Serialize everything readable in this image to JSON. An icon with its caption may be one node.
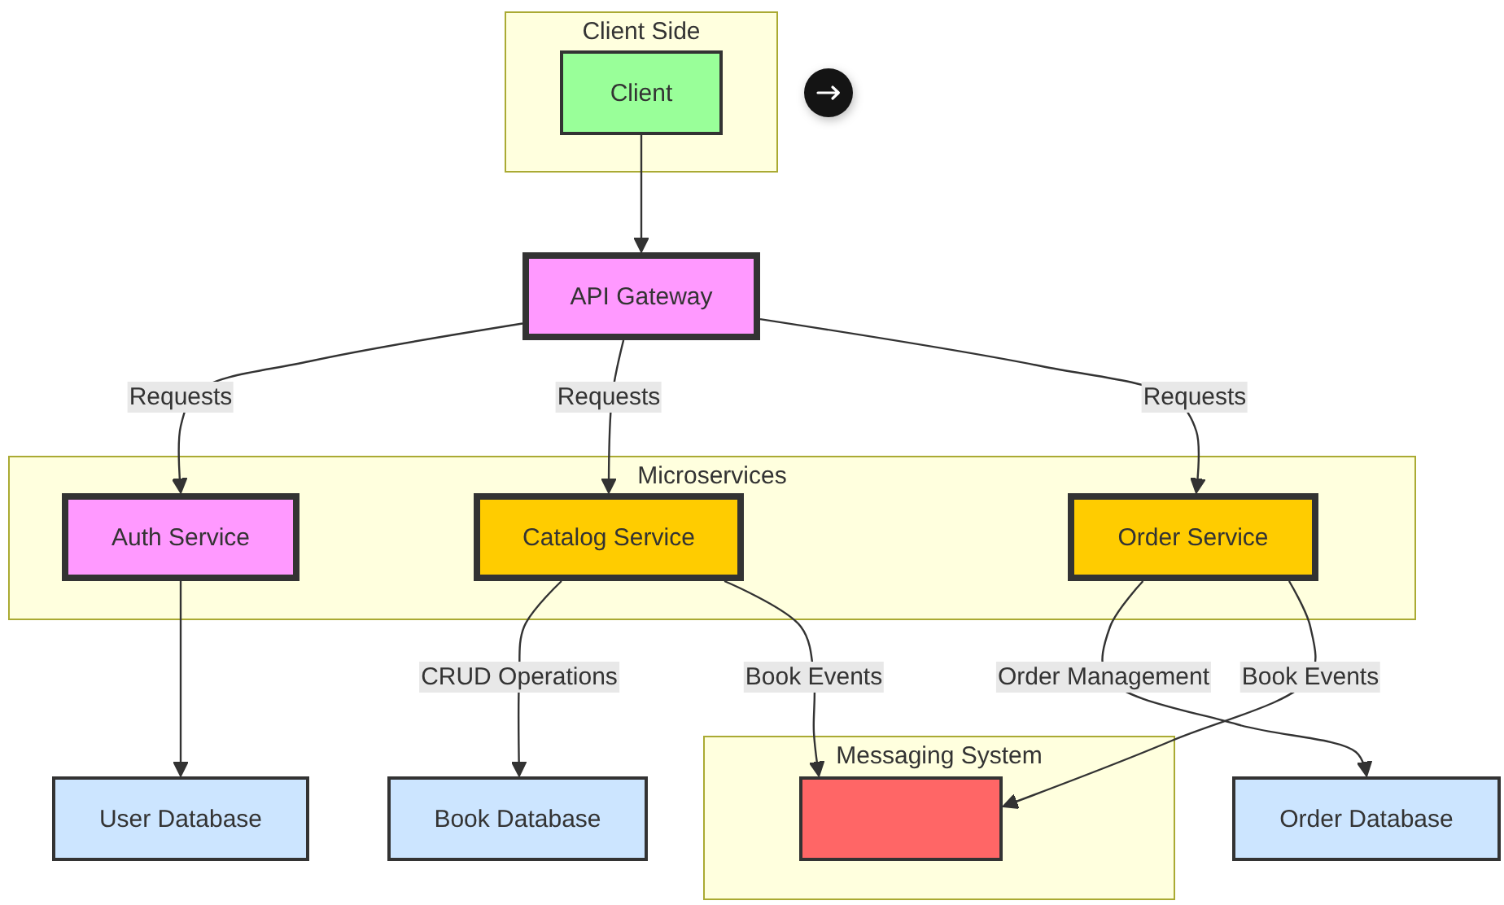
{
  "diagram": {
    "nodes": [
      {
        "text": [
          "Client Side"
        ]
      },
      {
        "text": [
          "Client"
        ],
        "in": 0
      },
      {
        "text": [
          "API Gateway"
        ]
      },
      {
        "text": [
          "Microservices"
        ]
      },
      {
        "text": [
          "Auth Service"
        ],
        "in": 3
      },
      {
        "text": [
          "Catalog Service"
        ],
        "in": 3
      },
      {
        "text": [
          "Order Service"
        ],
        "in": 3
      },
      {
        "text": [
          "User Database"
        ]
      },
      {
        "text": [
          "Book Database"
        ]
      },
      {
        "text": [
          "Messaging System"
        ]
      },
      {
        "text": [],
        "shape": "box",
        "in": 9
      },
      {
        "text": [
          "Order Database"
        ]
      }
    ],
    "edges": [
      {
        "from": 1,
        "to": 2,
        "arrow": "to"
      },
      {
        "from": 2,
        "to": 4,
        "label": "Requests",
        "arrow": "to"
      },
      {
        "from": 2,
        "to": 5,
        "label": "Requests",
        "arrow": "to"
      },
      {
        "from": 2,
        "to": 6,
        "label": "Requests",
        "arrow": "to"
      },
      {
        "from": 4,
        "to": 7,
        "arrow": "to"
      },
      {
        "from": 5,
        "to": 8,
        "label": "CRUD Operations",
        "arrow": "to"
      },
      {
        "from": 5,
        "to": 10,
        "label": "Book Events",
        "arrow": "to"
      },
      {
        "from": 6,
        "to": 11,
        "label": "Order Management",
        "arrow": "to"
      },
      {
        "from": 6,
        "to": 10,
        "label": "Book Events",
        "arrow": "to"
      }
    ]
  }
}
